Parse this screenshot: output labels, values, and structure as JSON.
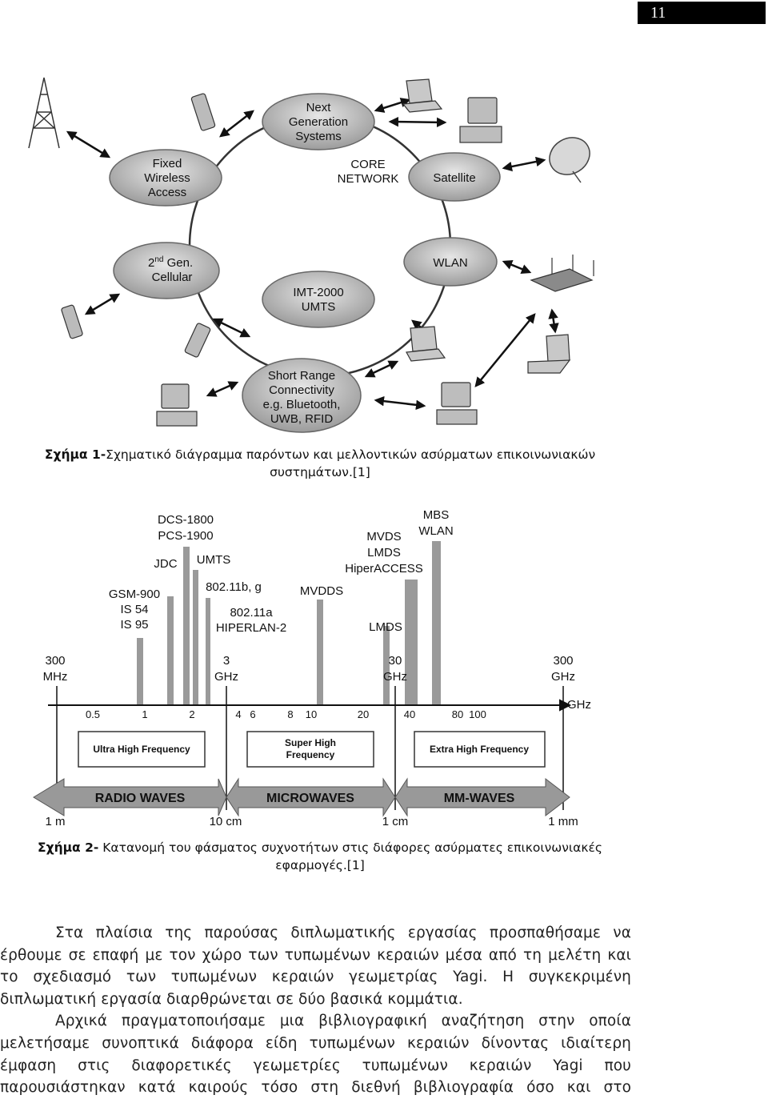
{
  "page_number": "11",
  "figure1": {
    "nodes": {
      "next_gen": [
        "Next",
        "Generation",
        "Systems"
      ],
      "fixed": [
        "Fixed",
        "Wireless",
        "Access"
      ],
      "core": [
        "CORE",
        "NETWORK"
      ],
      "satellite": "Satellite",
      "cellular_a": "2",
      "cellular_sup": "nd",
      "cellular_b": " Gen.",
      "cellular_c": "Cellular",
      "wlan": "WLAN",
      "imt": [
        "IMT-2000",
        "UMTS"
      ],
      "short_range": [
        "Short Range",
        "Connectivity",
        "e.g. Bluetooth,",
        "UWB, RFID"
      ]
    },
    "caption_label": "Σχήμα 1-",
    "caption_text": "Σχηματικό διάγραμμα παρόντων και μελλοντικών ασύρματων επικοινωνιακών συστημάτων.[1]"
  },
  "figure2": {
    "bar_labels": {
      "gsm": [
        "GSM-900",
        "IS 54",
        "IS 95"
      ],
      "jdc": "JDC",
      "dcs": [
        "DCS-1800",
        "PCS-1900"
      ],
      "umts": "UMTS",
      "b80211bg": "802.11b, g",
      "b80211a": [
        "802.11a",
        "HIPERLAN-2"
      ],
      "mvdds": "MVDDS",
      "lmds": "LMDS",
      "mvds": [
        "MVDS",
        "LMDS",
        "HiperACCESS"
      ],
      "mbs": [
        "MBS",
        "WLAN"
      ]
    },
    "freq_marks": [
      {
        "top": "300",
        "bottom": "MHz"
      },
      {
        "top": "3",
        "bottom": "GHz"
      },
      {
        "top": "30",
        "bottom": "GHz"
      },
      {
        "top": "300",
        "bottom": "GHz"
      }
    ],
    "ticks": [
      "0.5",
      "1",
      "2",
      "4",
      "6",
      "8",
      "10",
      "20",
      "40",
      "80",
      "100"
    ],
    "axis_unit": "GHz",
    "bands": [
      "Ultra High Frequency",
      "Super High",
      "Frequency",
      "Extra High Frequency"
    ],
    "waves": [
      "RADIO WAVES",
      "MICROWAVES",
      "MM-WAVES"
    ],
    "wavelengths": [
      "1 m",
      "10 cm",
      "1 cm",
      "1 mm"
    ],
    "caption_label": "Σχήμα 2-",
    "caption_text": " Κατανομή του φάσματος συχνοτήτων στις διάφορες ασύρματες επικοινωνιακές εφαρμογές.[1]"
  },
  "body": {
    "paragraph1": "Στα πλαίσια της παρούσας διπλωματικής εργασίας προσπαθήσαμε να έρθουμε σε επαφή με τον χώρο των τυπωμένων κεραιών μέσα από τη μελέτη και το σχεδιασμό των τυπωμένων κεραιών γεωμετρίας Yagi. Η συγκεκριμένη διπλωματική εργασία διαρθρώνεται σε δύο βασικά κομμάτια.",
    "paragraph2": "Αρχικά πραγματοποιήσαμε μια βιβλιογραφική αναζήτηση στην οποία μελετήσαμε συνοπτικά διάφορα είδη τυπωμένων κεραιών δίνοντας ιδιαίτερη έμφαση στις διαφορετικές γεωμετρίες τυπωμένων κεραιών Yagi που παρουσιάστηκαν κατά καιρούς τόσο στη διεθνή βιβλιογραφία όσο και στο"
  }
}
